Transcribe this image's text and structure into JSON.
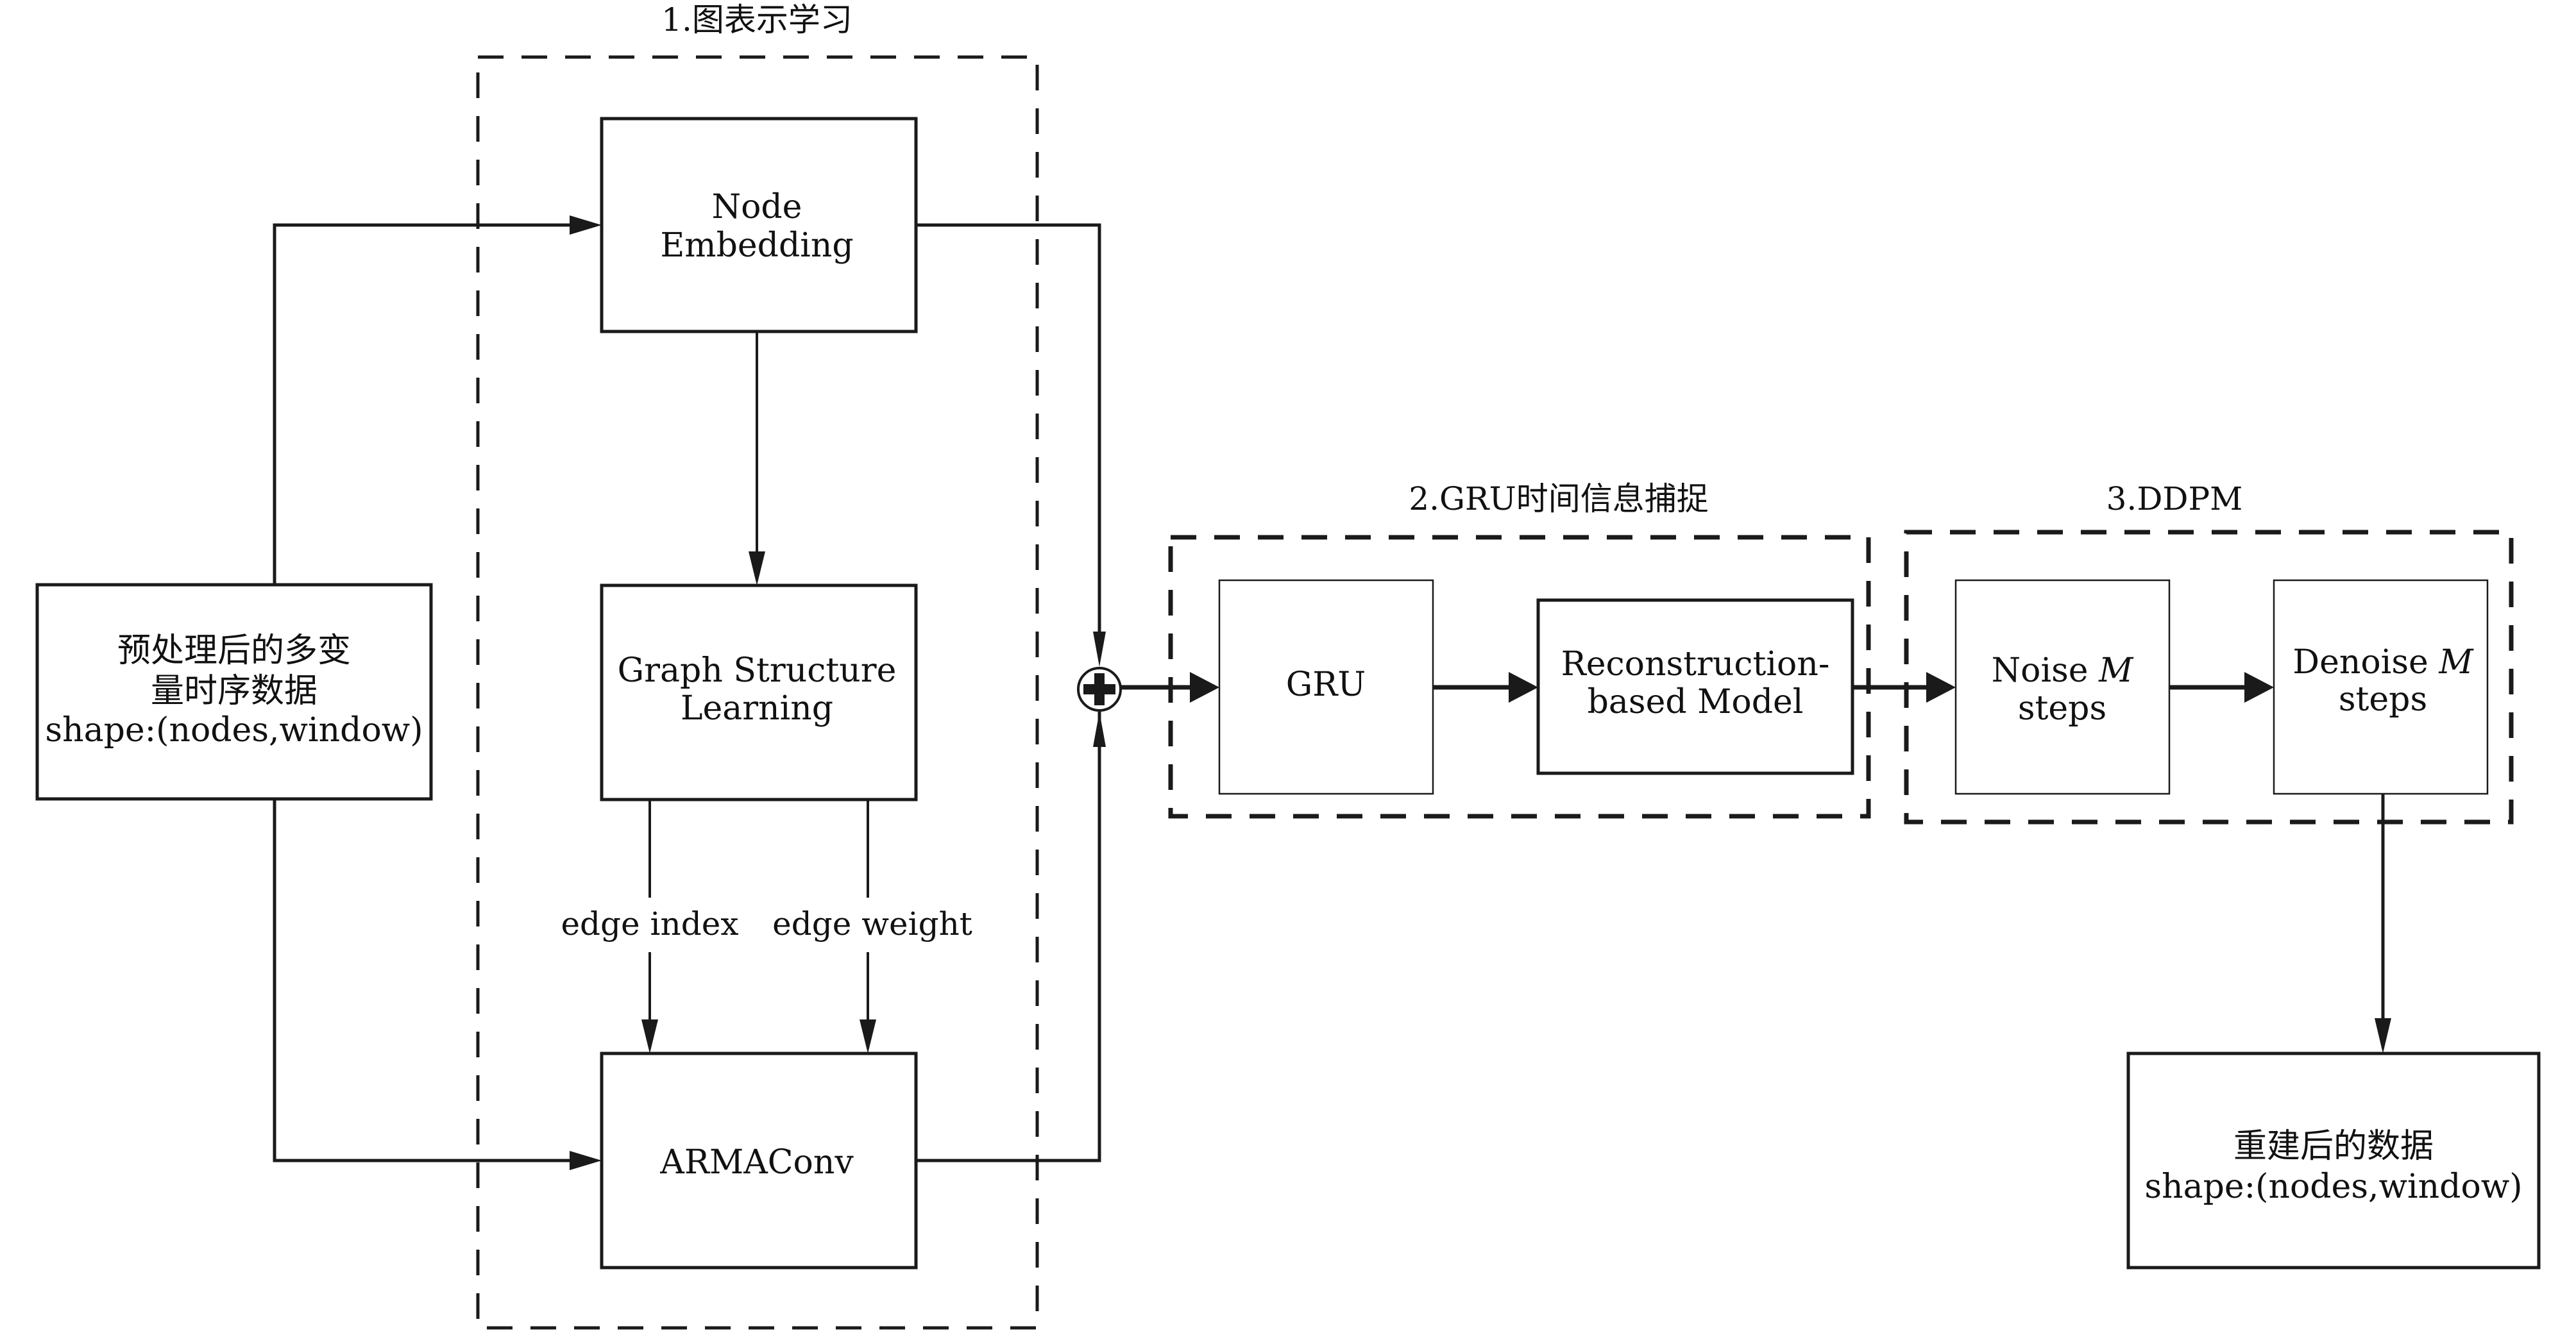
{
  "groups": {
    "graph_learning": "1.图表示学习",
    "gru_capture": "2.GRU时间信息捕捉",
    "ddpm": "3.DDPM"
  },
  "nodes": {
    "input": [
      "预处理后的多变",
      "量时序数据",
      "shape:(nodes,window)"
    ],
    "node_embedding": [
      "Node",
      "Embedding"
    ],
    "graph_structure": [
      "Graph Structure",
      "Learning"
    ],
    "armaconv": [
      "ARMAConv"
    ],
    "gru": [
      "GRU"
    ],
    "reconstruction": [
      "Reconstruction-",
      "based Model"
    ],
    "noise": [
      "Noise ",
      "M",
      "steps"
    ],
    "denoise": [
      "Denoise ",
      "M",
      "steps"
    ],
    "output": [
      "重建后的数据",
      "shape:(nodes,window)"
    ]
  },
  "edge_labels": {
    "edge_index": "edge index",
    "edge_weight": "edge weight"
  },
  "icons": {
    "sum": "plus-circle"
  }
}
